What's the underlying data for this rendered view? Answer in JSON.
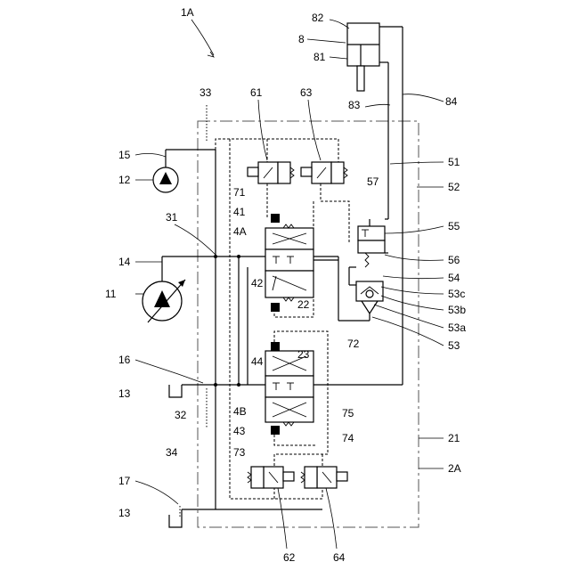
{
  "labels": {
    "system": "1A",
    "block": "2A",
    "block_body": "21",
    "pump_main": "11",
    "pump_pilot": "12",
    "tank_a": "13",
    "tank_b": "13",
    "line_14": "14",
    "line_15": "15",
    "line_16": "16",
    "line_17": "17",
    "passage_22": "22",
    "passage_23": "23",
    "line_31": "31",
    "line_32": "32",
    "line_33": "33",
    "line_34": "34",
    "valve_4A": "4A",
    "valve_4B": "4B",
    "port_41": "41",
    "port_42": "42",
    "port_43": "43",
    "port_44": "44",
    "line_51": "51",
    "line_52": "52",
    "check_53": "53",
    "check_53a": "53a",
    "check_53b": "53b",
    "check_53c": "53c",
    "line_54": "54",
    "valve_55": "55",
    "line_56": "56",
    "line_57": "57",
    "sol_61": "61",
    "sol_62": "62",
    "sol_63": "63",
    "sol_64": "64",
    "line_71": "71",
    "line_72": "72",
    "line_73": "73",
    "line_74": "74",
    "line_75": "75",
    "cylinder": "8",
    "cyl_81": "81",
    "cyl_82": "82",
    "cyl_83": "83",
    "cyl_84": "84"
  }
}
